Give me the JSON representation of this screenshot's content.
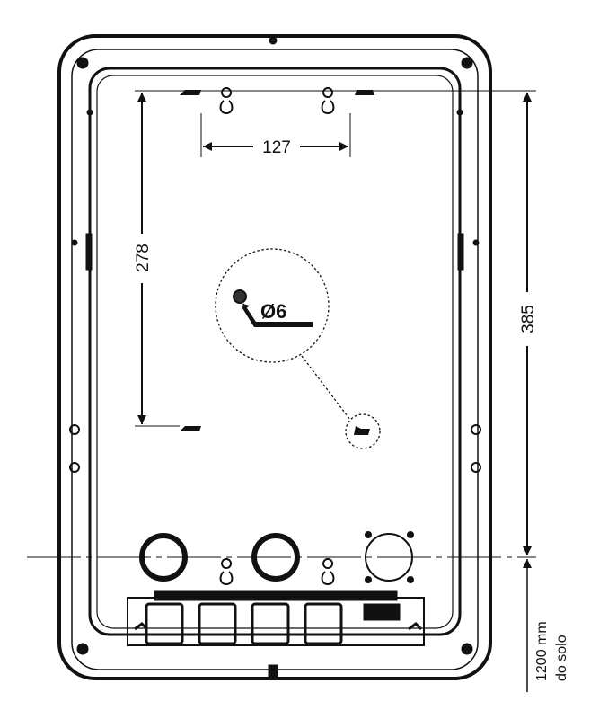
{
  "dimensions": {
    "keyhole_spacing": "127",
    "vertical_hole_spacing": "278",
    "total_height": "385",
    "hole_diameter": "Ø6",
    "floor_height_value": "1200 mm",
    "floor_height_suffix": "do solo"
  },
  "colors": {
    "line": "#111111",
    "background": "#ffffff"
  }
}
